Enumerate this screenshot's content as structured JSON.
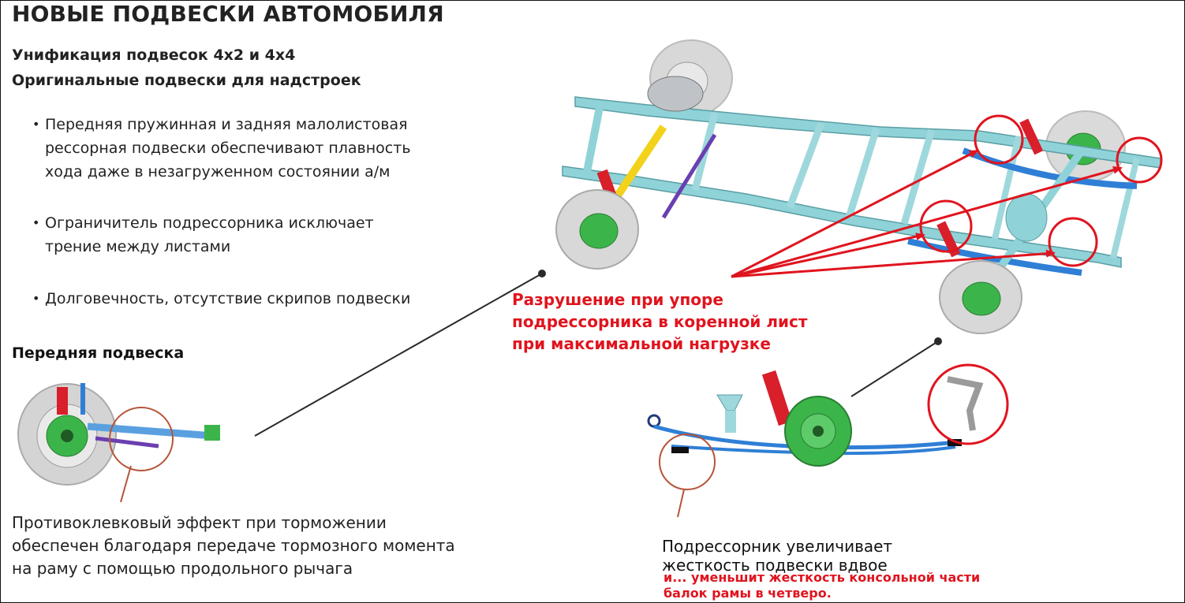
{
  "title": "НОВЫЕ ПОДВЕСКИ АВТОМОБИЛЯ",
  "subtitles": [
    "Унификация подвесок 4х2 и 4х4",
    "Оригинальные подвески для надстроек"
  ],
  "bullets": [
    "Передняя пружинная и задняя малолистовая\nрессорная подвески обеспечивают плавность\nхода даже в незагруженном состоянии а/м",
    "Ограничитель подрессорника исключает\nтрение между листами",
    "Долговечность, отсутствие скрипов подвески"
  ],
  "bullet_glyph": "•",
  "front": {
    "heading": "Передняя подвеска",
    "caption": "Противоклевковый эффект при торможении\nобеспечен благодаря передаче тормозного момента\nна раму с помощью продольного рычага"
  },
  "annotation_red": "Разрушение при упоре\nподрессорника в коренной лист\nпри максимальной нагрузке",
  "rear": {
    "caption": "Подрессорник увеличивает\nжесткость подвески вдвое",
    "note_red": "и... уменьшит жесткость консольной части\nбалок рамы в четверо."
  },
  "colors": {
    "red": "#e0141e",
    "frame": "#8fd3d8",
    "spring_blue": "#2f7fd6",
    "hub_green": "#3bb54a",
    "coil_yellow": "#f2d21b",
    "tyre_grey": "#d4d4d4",
    "circle_brown": "#b5553a"
  },
  "icons": [
    "front-wheel-icon",
    "rear-axle-icon",
    "chassis-frame-icon"
  ]
}
